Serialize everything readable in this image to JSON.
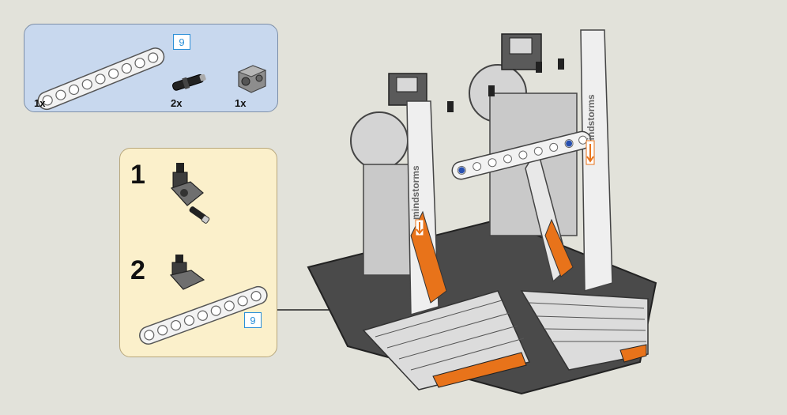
{
  "parts_list": {
    "items": [
      {
        "name": "beam",
        "quantity": "1x",
        "length": "9"
      },
      {
        "name": "pin",
        "quantity": "2x"
      },
      {
        "name": "connector",
        "quantity": "1x"
      }
    ]
  },
  "sub_steps": [
    {
      "number": "1"
    },
    {
      "number": "2",
      "beam_length": "9"
    }
  ],
  "model": {
    "logo_text": "mindstorms"
  },
  "colors": {
    "parts_bg": "#c8d8ee",
    "steps_bg": "#fbf0cb",
    "page_bg": "#e2e2da",
    "accent_orange": "#e8731a",
    "pin_blue": "#2850b0"
  }
}
